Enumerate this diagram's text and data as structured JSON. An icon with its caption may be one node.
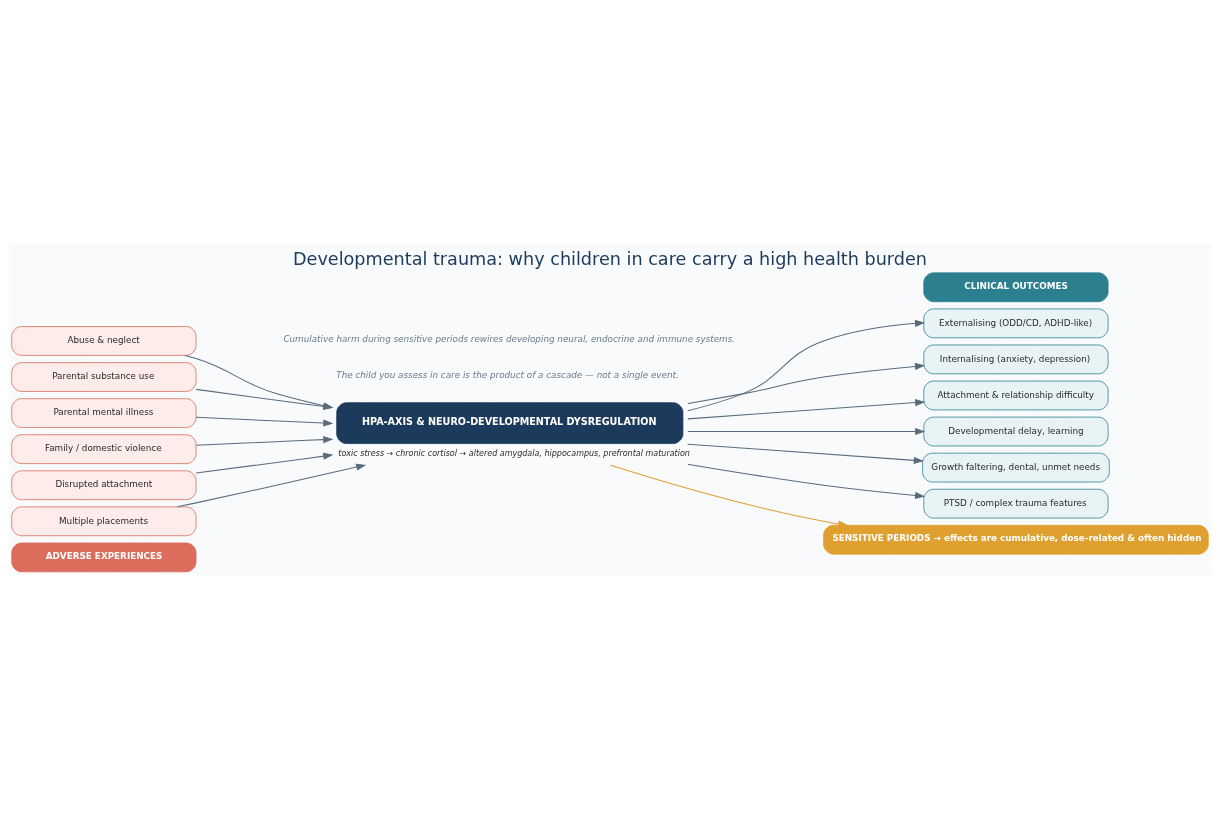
{
  "diagram": {
    "title": "Developmental trauma: why children in care carry a high health burden",
    "nodes": [
      {
        "text": [
          "ADVERSE EXPERIENCES"
        ]
      },
      {
        "text": [
          "CLINICAL OUTCOMES"
        ]
      },
      {
        "text": [
          "HPA-AXIS & NEURO-DEVELOPMENTAL DYSREGULATION"
        ],
        "beside": [
          "toxic stress → chronic cortisol → altered amygdala, hippocampus, prefrontal maturation"
        ]
      },
      {
        "text": [
          "Abuse & neglect"
        ]
      },
      {
        "text": [
          "Parental substance use"
        ]
      },
      {
        "text": [
          "Parental mental illness"
        ]
      },
      {
        "text": [
          "Family / domestic violence"
        ]
      },
      {
        "text": [
          "Disrupted attachment"
        ]
      },
      {
        "text": [
          "Multiple placements"
        ]
      },
      {
        "text": [
          "Externalising (ODD/CD, ADHD-like)"
        ]
      },
      {
        "text": [
          "Internalising (anxiety, depression)"
        ]
      },
      {
        "text": [
          "Attachment & relationship difficulty"
        ]
      },
      {
        "text": [
          "Developmental delay, learning"
        ]
      },
      {
        "text": [
          "Growth faltering, dental, unmet needs"
        ]
      },
      {
        "text": [
          "PTSD / complex trauma features"
        ]
      },
      {
        "text": [
          "SENSITIVE PERIODS → effects are cumulative, dose-related & often hidden"
        ]
      }
    ],
    "edges": [
      {
        "from": 3,
        "to": 2,
        "arrow": "to"
      },
      {
        "from": 4,
        "to": 2,
        "arrow": "to"
      },
      {
        "from": 5,
        "to": 2,
        "arrow": "to"
      },
      {
        "from": 6,
        "to": 2,
        "arrow": "to"
      },
      {
        "from": 7,
        "to": 2,
        "arrow": "to"
      },
      {
        "from": 8,
        "to": 2,
        "arrow": "to"
      },
      {
        "from": 2,
        "to": 9,
        "arrow": "to"
      },
      {
        "from": 2,
        "to": 10,
        "arrow": "to"
      },
      {
        "from": 2,
        "to": 11,
        "arrow": "to"
      },
      {
        "from": 2,
        "to": 12,
        "arrow": "to"
      },
      {
        "from": 2,
        "to": 13,
        "arrow": "to"
      },
      {
        "from": 2,
        "to": 14,
        "arrow": "to"
      },
      {
        "from": 2,
        "to": 15,
        "arrow": "to",
        "color": "#e0a030"
      }
    ],
    "labels": [
      "Cumulative harm during sensitive periods rewires developing neural, endocrine and immune systems.",
      "The child you assess in care is the product of a cascade — not a single event."
    ]
  }
}
